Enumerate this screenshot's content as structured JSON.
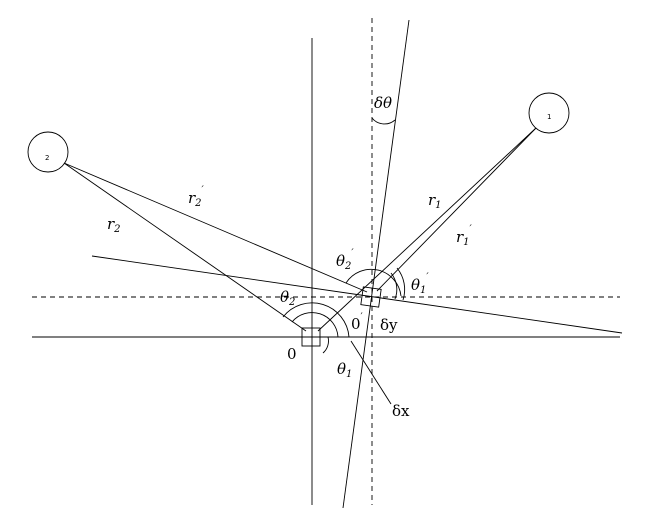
{
  "labels": {
    "r1": "r",
    "r1_sub": "1",
    "r1p": "r",
    "r1p_sub": "1",
    "r1p_prime": "′",
    "r2": "r",
    "r2_sub": "2",
    "r2p": "r",
    "r2p_sub": "2",
    "r2p_prime": "′",
    "theta1": "θ",
    "theta1_sub": "1",
    "theta1p": "θ",
    "theta1p_sub": "1",
    "theta1p_prime": "′",
    "theta2": "θ",
    "theta2_sub": "2",
    "theta2p": "θ",
    "theta2p_sub": "2",
    "theta2p_prime": "′",
    "dtheta": "δθ",
    "origin": "0",
    "origin_p": "0",
    "origin_p_prime": "′",
    "dy": "δy",
    "dx": "δx",
    "circle1": "1",
    "circle2": "2"
  },
  "colors": {
    "stroke": "#000000",
    "background": "#ffffff"
  }
}
